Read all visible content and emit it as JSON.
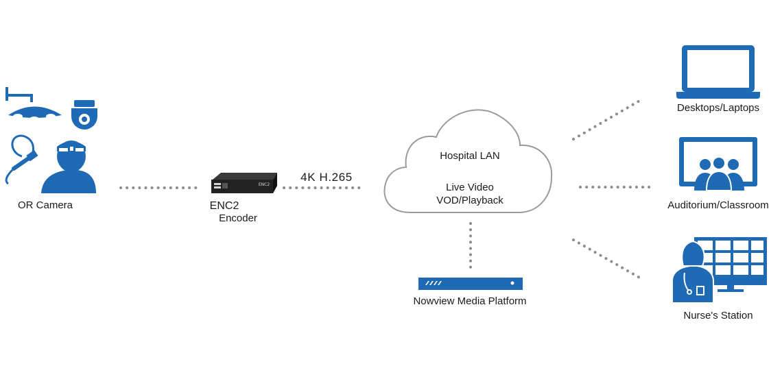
{
  "labels": {
    "or_camera": "OR Camera",
    "encoder_line1": "ENC2",
    "encoder_line2": "Encoder",
    "codec": "4K H.265",
    "cloud_title": "Hospital LAN",
    "cloud_line1": "Live Video",
    "cloud_line2": "VOD/Playback",
    "platform": "Nowview Media Platform",
    "desktops": "Desktops/Laptops",
    "auditorium": "Auditorium/Classroom",
    "nurses": "Nurse's Station"
  },
  "device_text": "ENC2",
  "colors": {
    "icon_blue": "#1e6ab5",
    "dots": "#8c8c8c",
    "cloud_stroke": "#9a9a9a",
    "device_body": "#2a2a2a"
  },
  "icons": [
    "surgical-light-icon",
    "dome-camera-icon",
    "endoscope-icon",
    "surgeon-head-camera-icon",
    "encoder-device-icon",
    "cloud-icon",
    "media-server-icon",
    "laptop-icon",
    "classroom-screen-icon",
    "nurse-monitor-icon"
  ]
}
